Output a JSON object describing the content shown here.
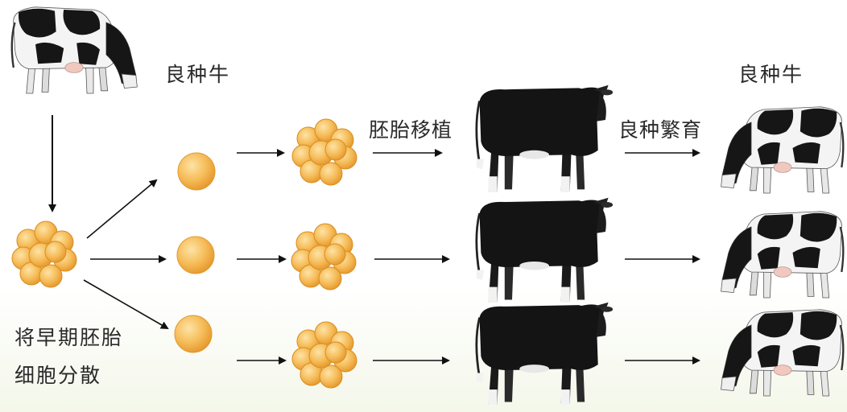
{
  "labels": {
    "source_cow": "良种牛",
    "result_cows": "良种牛",
    "embryo_transfer": "胚胎移植",
    "breeding": "良种繁育",
    "split_line1": "将早期胚胎",
    "split_line2": "细胞分散"
  },
  "colors": {
    "cell_fill": "#f3b04a",
    "cell_highlight": "#fde3a6",
    "cell_stroke": "#e29a2e",
    "arrow": "#111111",
    "cow_black": "#161616",
    "cow_white": "#f4f4f4"
  },
  "rows": 3
}
